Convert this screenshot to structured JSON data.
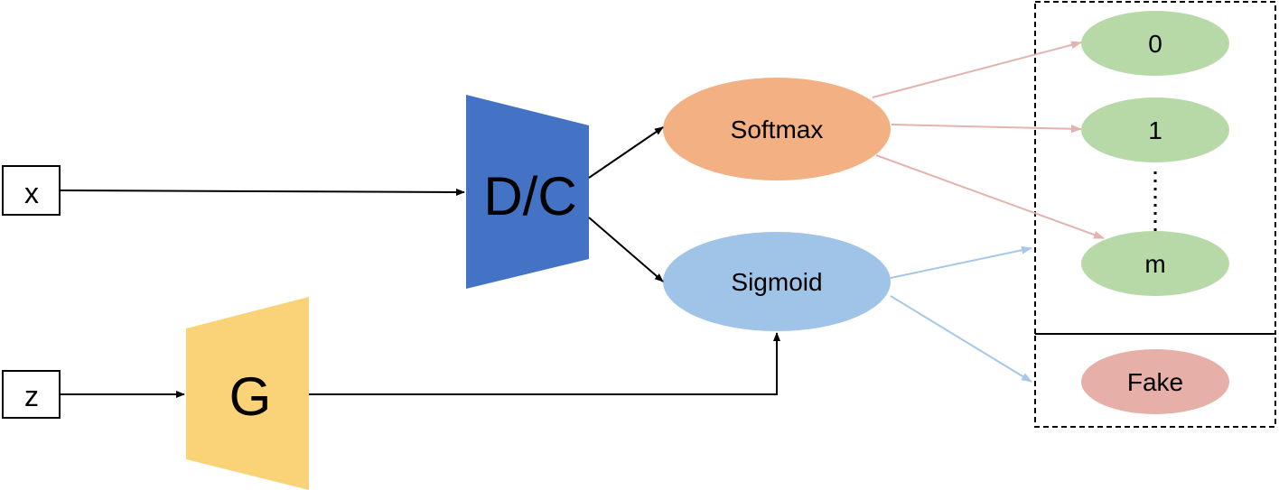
{
  "inputs": {
    "x_label": "x",
    "z_label": "z"
  },
  "networks": {
    "discriminator_label": "D/C",
    "generator_label": "G"
  },
  "activations": {
    "softmax_label": "Softmax",
    "sigmoid_label": "Sigmoid"
  },
  "classes": {
    "class_0": "0",
    "class_1": "1",
    "class_m": "m",
    "fake_label": "Fake"
  },
  "colors": {
    "discriminator": "#4472C4",
    "generator": "#FAD277",
    "softmax": "#F3B183",
    "sigmoid": "#A0C4E8",
    "class_fill": "#B7D9A8",
    "fake_fill": "#E6AFA8",
    "softmax_arrows": "#E3B3AD",
    "sigmoid_arrows": "#A6C8E6"
  }
}
